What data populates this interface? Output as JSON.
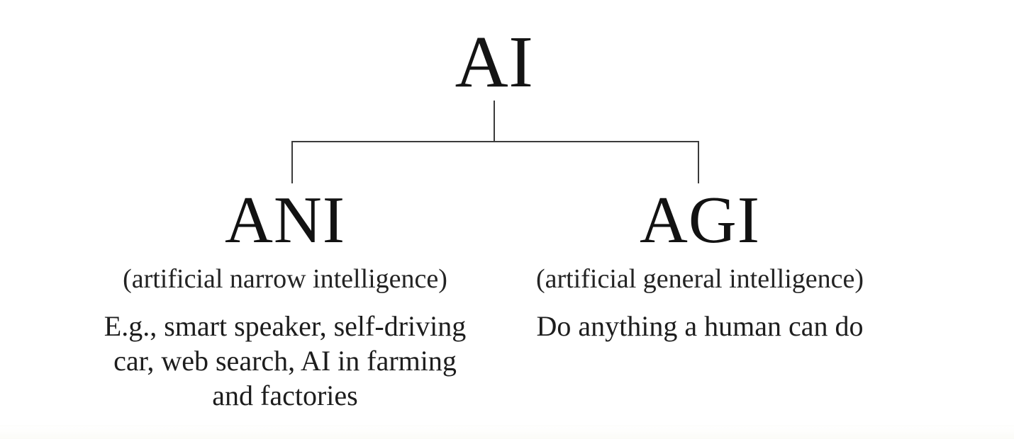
{
  "diagram": {
    "title": "AI taxonomy tree",
    "background_color": "#ffffff",
    "line_color": "#3b3b3b",
    "text_color": "#141414",
    "root": {
      "label": "AI"
    },
    "branches": [
      {
        "id": "ani",
        "title": "ANI",
        "subtitle": "(artificial narrow intelligence)",
        "body_lines": [
          "E.g., smart speaker, self-driving",
          "car, web search, AI in farming",
          "and factories"
        ]
      },
      {
        "id": "agi",
        "title": "AGI",
        "subtitle": "(artificial general intelligence)",
        "body_lines": [
          "Do anything a human can do"
        ]
      }
    ]
  },
  "chart_data": {
    "type": "diagram",
    "title": "AI taxonomy tree",
    "nodes": [
      {
        "id": "ai",
        "label": "AI",
        "level": 0
      },
      {
        "id": "ani",
        "label": "ANI",
        "level": 1,
        "parent": "ai"
      },
      {
        "id": "agi",
        "label": "AGI",
        "level": 1,
        "parent": "ai"
      }
    ],
    "edges": [
      {
        "from": "ai",
        "to": "ani"
      },
      {
        "from": "ai",
        "to": "agi"
      }
    ]
  }
}
